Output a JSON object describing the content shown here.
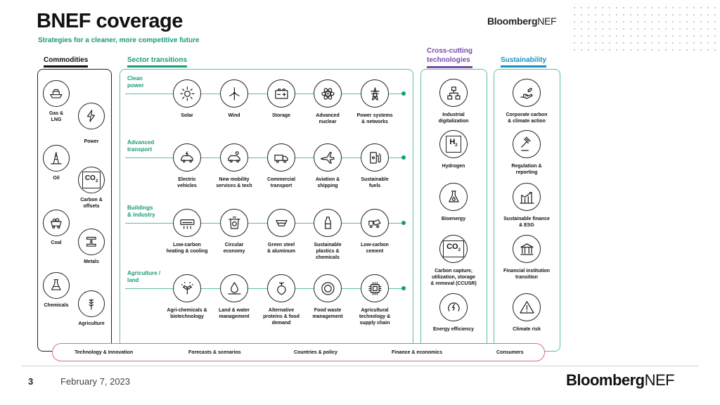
{
  "header": {
    "title": "BNEF coverage",
    "subtitle": "Strategies for a cleaner, more competitive future",
    "brand_bold": "Bloomberg",
    "brand_light": "NEF"
  },
  "sections": {
    "commodities": "Commodities",
    "sector": "Sector transitions",
    "cross_line1": "Cross-cutting",
    "cross_line2": "technologies",
    "sustainability": "Sustainability"
  },
  "colors": {
    "green": "#1a9a7a",
    "purple": "#7b4aa8",
    "blue": "#1a8fc0",
    "pink": "#d96aa0"
  },
  "commodities": [
    {
      "label": "Gas &\nLNG",
      "icon": "ship-icon"
    },
    {
      "label": "Power",
      "icon": "lightning-icon"
    },
    {
      "label": "Oil",
      "icon": "oil-rig-icon"
    },
    {
      "label": "Carbon &\noffsets",
      "icon": "co2-icon"
    },
    {
      "label": "Coal",
      "icon": "coal-cart-icon"
    },
    {
      "label": "Metals",
      "icon": "steel-beam-icon"
    },
    {
      "label": "Chemicals",
      "icon": "flask-icon"
    },
    {
      "label": "Agriculture",
      "icon": "wheat-icon"
    }
  ],
  "rows": [
    {
      "label": "Clean\npower",
      "items": [
        {
          "label": "Solar",
          "icon": "sun-icon"
        },
        {
          "label": "Wind",
          "icon": "wind-turbine-icon"
        },
        {
          "label": "Storage",
          "icon": "battery-icon"
        },
        {
          "label": "Advanced\nnuclear",
          "icon": "atom-icon"
        },
        {
          "label": "Power systems\n& networks",
          "icon": "pylon-icon"
        }
      ]
    },
    {
      "label": "Advanced\ntransport",
      "items": [
        {
          "label": "Electric\nvehicles",
          "icon": "electric-car-icon"
        },
        {
          "label": "New mobility\nservices & tech",
          "icon": "car-icon"
        },
        {
          "label": "Commercial\ntransport",
          "icon": "truck-icon"
        },
        {
          "label": "Aviation &\nshipping",
          "icon": "airplane-icon"
        },
        {
          "label": "Sustainable\nfuels",
          "icon": "fuel-pump-icon"
        }
      ]
    },
    {
      "label": "Buildings\n& industry",
      "items": [
        {
          "label": "Low-carbon\nheating & cooling",
          "icon": "air-conditioner-icon"
        },
        {
          "label": "Circular\neconomy",
          "icon": "recycle-bin-icon"
        },
        {
          "label": "Green steel\n& aluminum",
          "icon": "steel-icon"
        },
        {
          "label": "Sustainable\nplastics &\nchemicals",
          "icon": "bottle-icon"
        },
        {
          "label": "Low-carbon\ncement",
          "icon": "cement-mixer-icon"
        }
      ]
    },
    {
      "label": "Agriculture /\nland",
      "items": [
        {
          "label": "Agri-chemicals &\nbiotechnology",
          "icon": "seedling-icon"
        },
        {
          "label": "Land & water\nmanagement",
          "icon": "water-drop-icon"
        },
        {
          "label": "Alternative\nproteins & food\ndemand",
          "icon": "beet-icon"
        },
        {
          "label": "Food waste\nmanagement",
          "icon": "plate-icon"
        },
        {
          "label": "Agricultural\ntechnology &\nsupply chain",
          "icon": "chip-icon"
        }
      ]
    }
  ],
  "cross_cutting": [
    {
      "label": "Industrial\ndigitalization",
      "icon": "network-icon"
    },
    {
      "label": "Hydrogen",
      "icon": "hydrogen-icon",
      "symbol": "H",
      "sub": "2"
    },
    {
      "label": "Bioenergy",
      "icon": "flask-flame-icon"
    },
    {
      "label": "Carbon capture,\nutilization, storage\n& removal (CCUSR)",
      "icon": "co2-capture-icon",
      "symbol": "CO",
      "sub": "2"
    },
    {
      "label": "Energy efficiency",
      "icon": "efficiency-icon"
    }
  ],
  "sustainability": [
    {
      "label": "Corporate carbon\n& climate action",
      "icon": "hand-leaf-icon"
    },
    {
      "label": "Regulation &\nreporting",
      "icon": "gavel-icon"
    },
    {
      "label": "Sustainable finance\n& ESG",
      "icon": "growth-chart-icon"
    },
    {
      "label": "Financial institution\ntransition",
      "icon": "bank-icon"
    },
    {
      "label": "Climate risk",
      "icon": "warning-icon"
    }
  ],
  "co2_symbol": "CO",
  "co2_sub": "2",
  "bottom_bar": [
    "Technology & Innovation",
    "Forecasts & scenarios",
    "Countries & policy",
    "Finance & economics",
    "Consumers"
  ],
  "footer": {
    "page": "3",
    "date": "February 7, 2023",
    "brand_bold": "Bloomberg",
    "brand_light": "NEF"
  }
}
